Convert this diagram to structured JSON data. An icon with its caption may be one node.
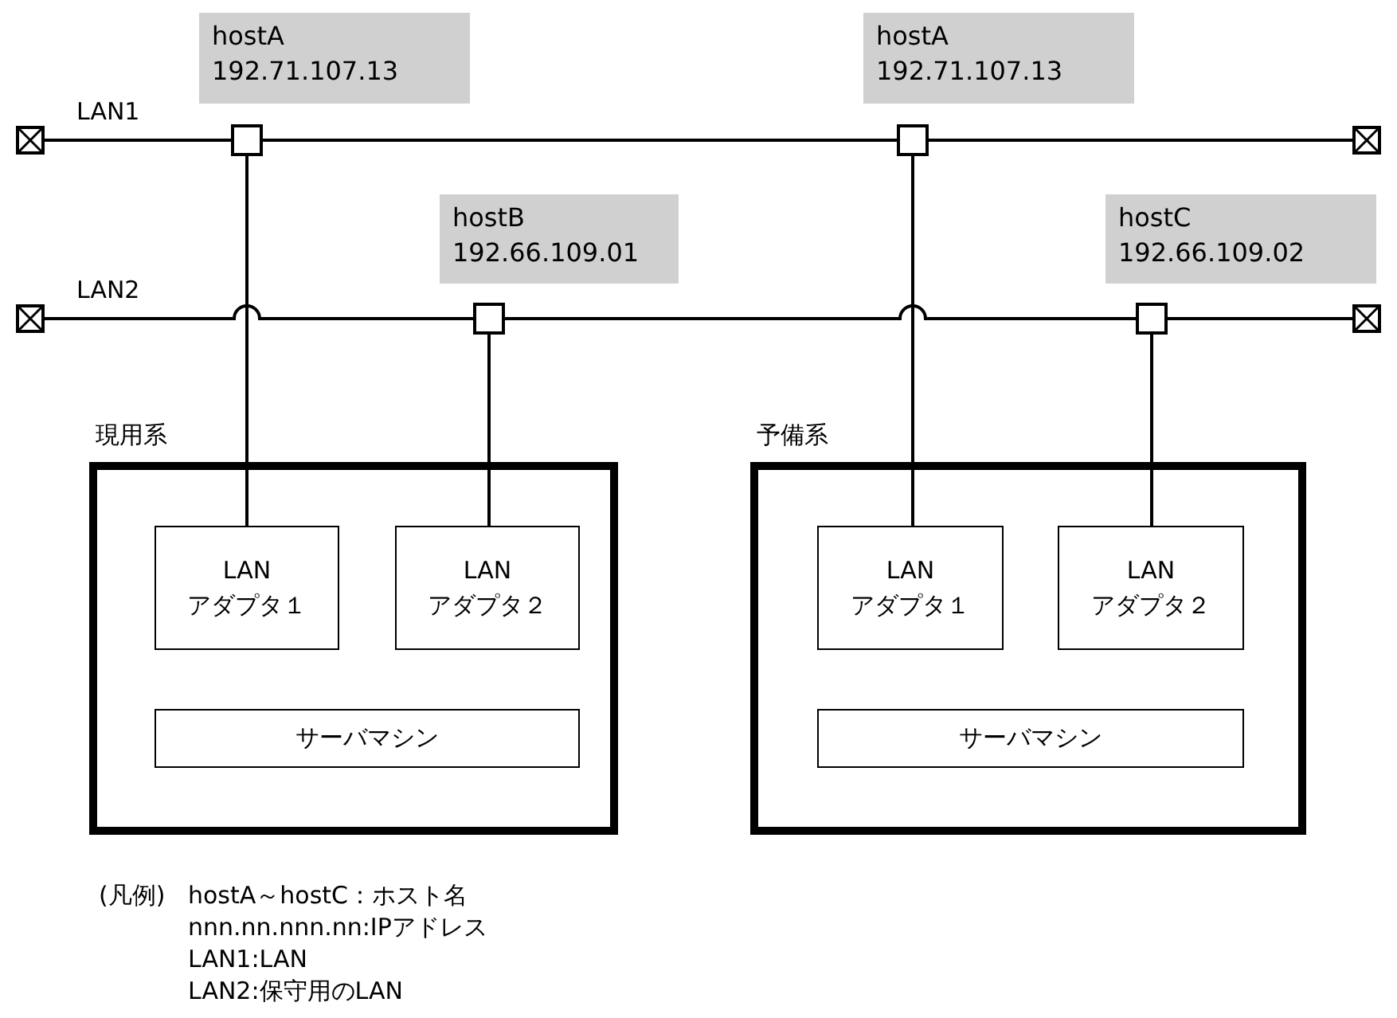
{
  "diagram": {
    "nodes": [
      {
        "text": [
          "hostA",
          "192.71.107.13"
        ]
      },
      {
        "text": [
          "hostA",
          "192.71.107.13"
        ]
      },
      {
        "text": [
          "hostB",
          "192.66.109.01"
        ]
      },
      {
        "text": [
          "hostC",
          "192.66.109.02"
        ]
      },
      {
        "text": [],
        "shape": "terminator"
      },
      {
        "text": [],
        "shape": "terminator"
      },
      {
        "text": [],
        "shape": "terminator"
      },
      {
        "text": [],
        "shape": "terminator"
      },
      {
        "text": [],
        "shape": "box"
      },
      {
        "text": [],
        "shape": "box"
      },
      {
        "text": [],
        "shape": "box"
      },
      {
        "text": [],
        "shape": "box"
      },
      {
        "text": [
          "現用系"
        ]
      },
      {
        "text": [
          "LAN アダプタ１"
        ],
        "in": 12
      },
      {
        "text": [
          "LAN アダプタ２"
        ],
        "in": 12
      },
      {
        "text": [
          "サーバマシン"
        ],
        "in": 12
      },
      {
        "text": [
          "予備系"
        ]
      },
      {
        "text": [
          "LAN アダプタ１"
        ],
        "in": 16
      },
      {
        "text": [
          "LAN アダプタ２"
        ],
        "in": 16
      },
      {
        "text": [
          "サーバマシン"
        ],
        "in": 16
      }
    ],
    "edges": [
      {
        "from": 4,
        "to": 8,
        "arrow": "none"
      },
      {
        "from": 8,
        "to": 9,
        "arrow": "none"
      },
      {
        "from": 9,
        "to": 5,
        "arrow": "none"
      },
      {
        "from": 6,
        "to": 10,
        "arrow": "none"
      },
      {
        "from": 10,
        "to": 11,
        "arrow": "none"
      },
      {
        "from": 11,
        "to": 7,
        "arrow": "none"
      },
      {
        "from": 8,
        "to": 13,
        "arrow": "none"
      },
      {
        "from": 10,
        "to": 14,
        "arrow": "none"
      },
      {
        "from": 9,
        "to": 17,
        "arrow": "none"
      },
      {
        "from": 11,
        "to": 18,
        "arrow": "none"
      }
    ],
    "labels": [
      "LAN1",
      "LAN2",
      "(凡例)",
      "hostA～hostC：ホスト名",
      "nnn.nn.nnn.nn:IPアドレス",
      "LAN1:LAN",
      "LAN2:保守用のLAN"
    ]
  }
}
